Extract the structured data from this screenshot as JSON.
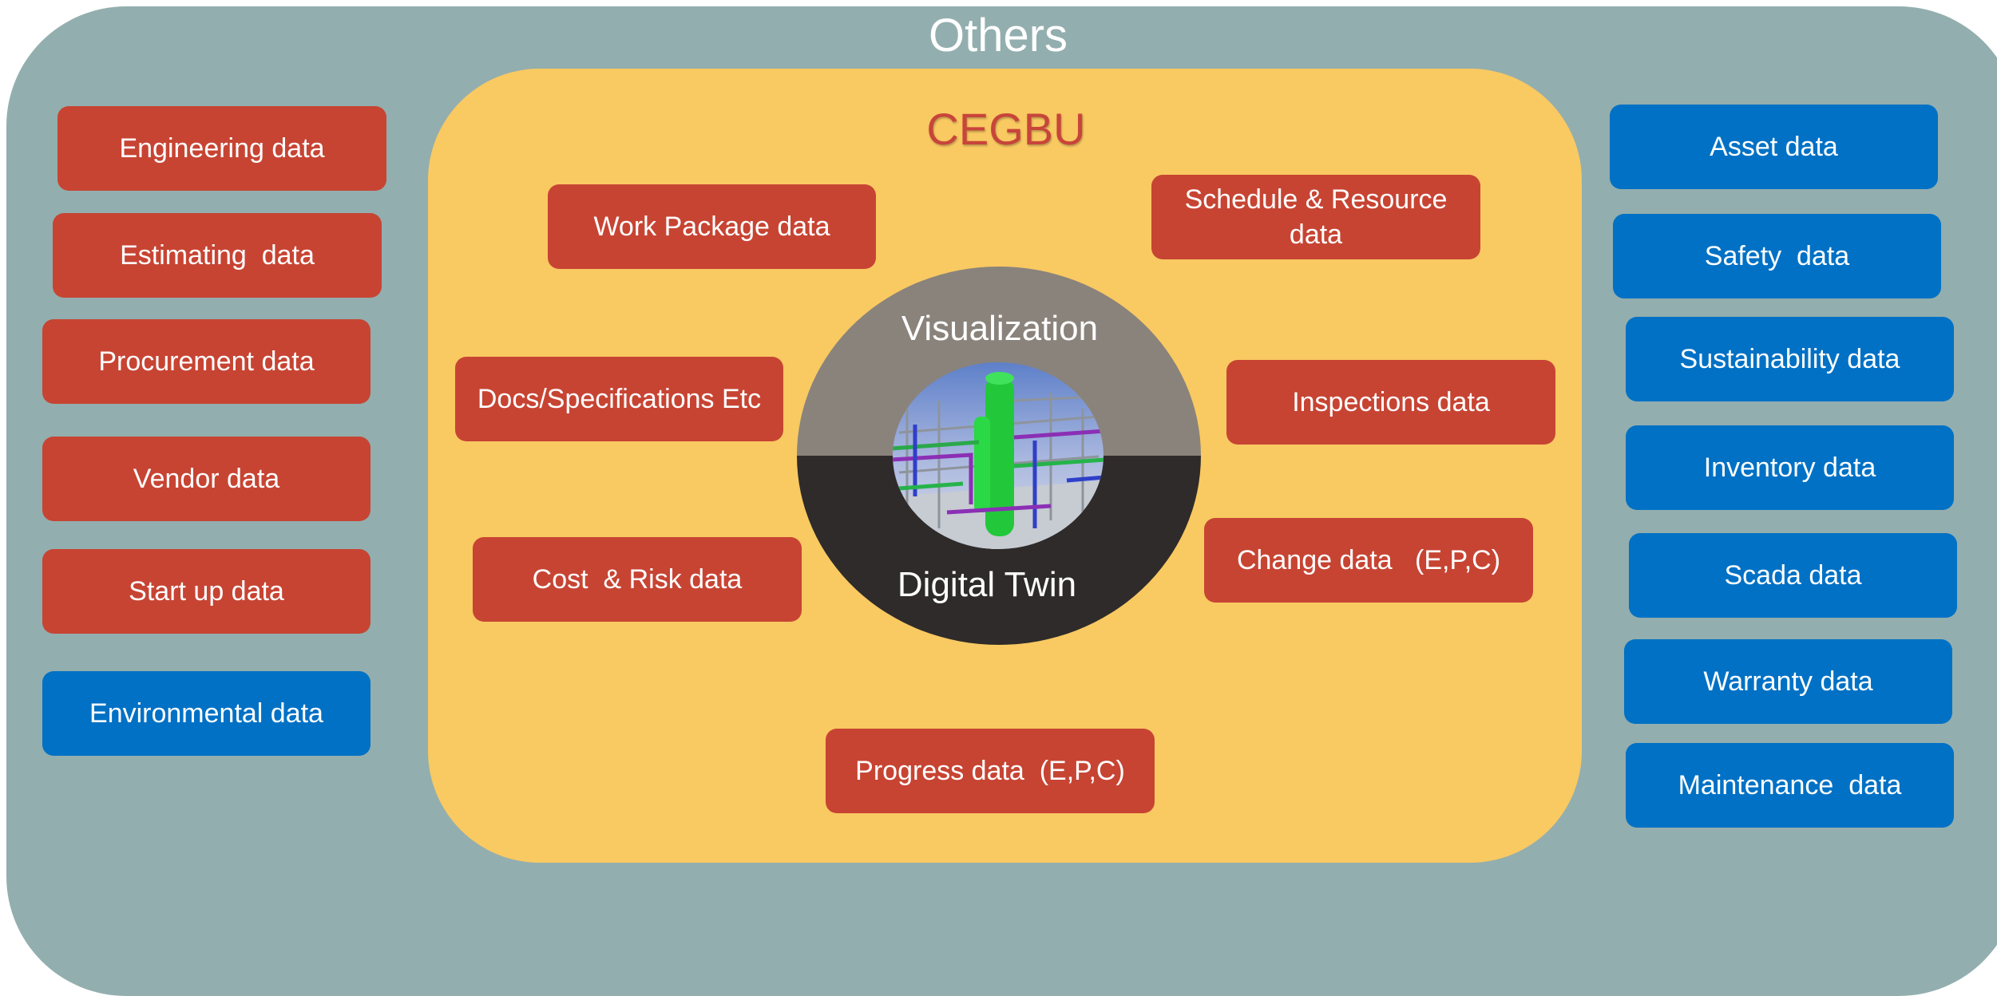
{
  "outer": {
    "title": "Others"
  },
  "inner": {
    "title": "CEGBU"
  },
  "center": {
    "top_label": "Visualization",
    "bottom_label": "Digital Twin",
    "image_icon": "plant-3d-model-icon"
  },
  "colors": {
    "outer": "#93aeae",
    "inner": "#f9c962",
    "red": "#c74433",
    "blue": "#0071c5",
    "twin_top": "#8a837c",
    "twin_bottom": "#2f2b2a"
  },
  "left_items": [
    {
      "label": "Engineering data",
      "color": "red"
    },
    {
      "label": "Estimating  data",
      "color": "red"
    },
    {
      "label": "Procurement data",
      "color": "red"
    },
    {
      "label": "Vendor data",
      "color": "red"
    },
    {
      "label": "Start up data",
      "color": "red"
    },
    {
      "label": "Environmental data",
      "color": "blue"
    }
  ],
  "right_items": [
    {
      "label": "Asset data",
      "color": "blue"
    },
    {
      "label": "Safety  data",
      "color": "blue"
    },
    {
      "label": "Sustainability data",
      "color": "blue"
    },
    {
      "label": "Inventory data",
      "color": "blue"
    },
    {
      "label": "Scada data",
      "color": "blue"
    },
    {
      "label": "Warranty data",
      "color": "blue"
    },
    {
      "label": "Maintenance  data",
      "color": "blue"
    }
  ],
  "inner_items": [
    {
      "label": "Work Package data",
      "color": "red"
    },
    {
      "label": "Schedule & Resource data",
      "color": "red"
    },
    {
      "label": "Docs/Specifications Etc",
      "color": "red"
    },
    {
      "label": "Inspections data",
      "color": "red"
    },
    {
      "label": "Cost  & Risk data",
      "color": "red"
    },
    {
      "label": "Change data   (E,P,C)",
      "color": "red"
    },
    {
      "label": "Progress data  (E,P,C)",
      "color": "red"
    }
  ]
}
